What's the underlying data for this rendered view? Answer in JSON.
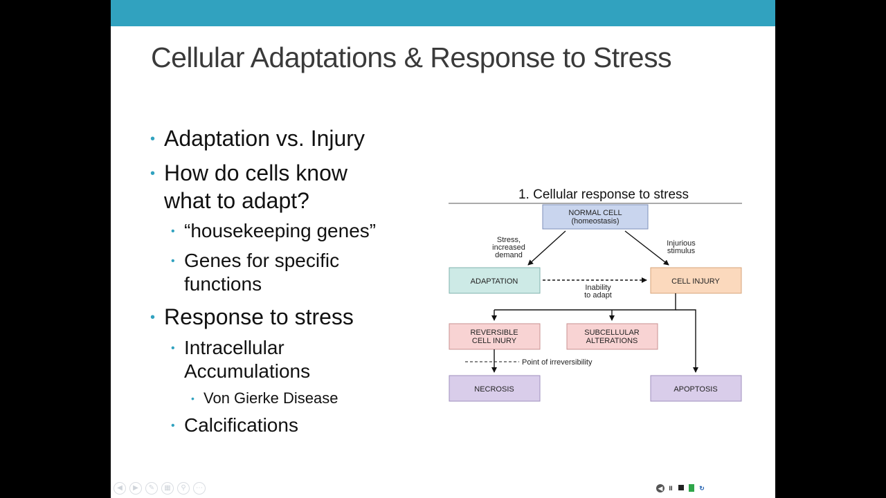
{
  "slide": {
    "title": "Cellular Adaptations & Response to Stress",
    "bullets": {
      "b1": "Adaptation vs. Injury",
      "b2": "How do cells know what to adapt?",
      "b2a": "“housekeeping genes”",
      "b2b": "Genes for specific functions",
      "b3": "Response to stress",
      "b3a": "Intracellular Accumulations",
      "b3a1": "Von Gierke Disease",
      "b3b": "Calcifications"
    }
  },
  "diagram": {
    "title": "1. Cellular response to stress",
    "nodes": {
      "normal": "NORMAL CELL",
      "normal_sub": "(homeostasis)",
      "adaptation": "ADAPTATION",
      "injury": "CELL INJURY",
      "reversible_1": "REVERSIBLE",
      "reversible_2": "CELL INURY",
      "subcellular_1": "SUBCELLULAR",
      "subcellular_2": "ALTERATIONS",
      "necrosis": "NECROSIS",
      "apoptosis": "APOPTOSIS"
    },
    "labels": {
      "stress_1": "Stress,",
      "stress_2": "increased",
      "stress_3": "demand",
      "injurious_1": "Injurious",
      "injurious_2": "stimulus",
      "inability_1": "Inability",
      "inability_2": "to adapt",
      "irreversibility": "Point of irreversibility"
    },
    "colors": {
      "normal": "#c9d5ee",
      "adaptation": "#cdeae6",
      "injury": "#fbd9bd",
      "reversible": "#f8d3d3",
      "subcellular": "#f8d3d3",
      "necrosis": "#d9cdea",
      "apoptosis": "#d9cdea"
    }
  },
  "colors": {
    "accent": "#31a2bf",
    "title_text": "#3a3a3a"
  },
  "controls": {
    "left": [
      "prev-icon",
      "next-icon",
      "pen-icon",
      "slides-icon",
      "zoom-icon",
      "more-icon"
    ],
    "right": [
      "back-icon",
      "pause-icon",
      "stop-icon",
      "green-icon",
      "loop-icon"
    ]
  }
}
